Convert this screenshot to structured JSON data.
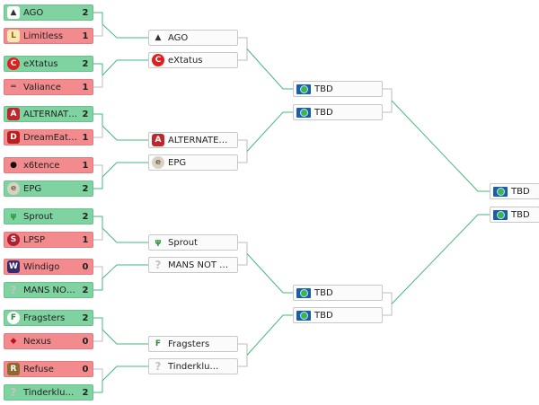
{
  "colors": {
    "win": "#7fd3a0",
    "lose": "#f28a8e",
    "line": "#45b97c",
    "border": "#c8c8c8"
  },
  "round1": [
    {
      "name": "AGO",
      "score": "2",
      "result": "win",
      "icon": "ago-logo"
    },
    {
      "name": "Limitless",
      "score": "1",
      "result": "lose",
      "icon": "limitless-logo"
    },
    {
      "name": "eXtatus",
      "score": "2",
      "result": "win",
      "icon": "extatus-logo"
    },
    {
      "name": "Valiance",
      "score": "1",
      "result": "lose",
      "icon": "valiance-logo"
    },
    {
      "name": "ALTERNATE…",
      "score": "2",
      "result": "win",
      "icon": "alternate-logo"
    },
    {
      "name": "DreamEate…",
      "score": "1",
      "result": "lose",
      "icon": "dreameaters-logo"
    },
    {
      "name": "x6tence",
      "score": "1",
      "result": "lose",
      "icon": "x6tence-logo"
    },
    {
      "name": "EPG",
      "score": "2",
      "result": "win",
      "icon": "epg-logo"
    },
    {
      "name": "Sprout",
      "score": "2",
      "result": "win",
      "icon": "sprout-logo"
    },
    {
      "name": "LPSP",
      "score": "1",
      "result": "lose",
      "icon": "lpsp-logo"
    },
    {
      "name": "Windigo",
      "score": "0",
      "result": "lose",
      "icon": "windigo-logo"
    },
    {
      "name": "MANS NOT …",
      "score": "2",
      "result": "win",
      "icon": "question-icon"
    },
    {
      "name": "Fragsters",
      "score": "2",
      "result": "win",
      "icon": "fragsters-logo"
    },
    {
      "name": "Nexus",
      "score": "0",
      "result": "lose",
      "icon": "nexus-logo"
    },
    {
      "name": "Refuse",
      "score": "0",
      "result": "lose",
      "icon": "refuse-logo"
    },
    {
      "name": "Tinderklu…",
      "score": "2",
      "result": "win",
      "icon": "question-icon"
    }
  ],
  "round2": [
    {
      "name": "AGO",
      "icon": "ago-logo"
    },
    {
      "name": "eXtatus",
      "icon": "extatus-logo"
    },
    {
      "name": "ALTERNATE…",
      "icon": "alternate-logo"
    },
    {
      "name": "EPG",
      "icon": "epg-logo"
    },
    {
      "name": "Sprout",
      "icon": "sprout-logo"
    },
    {
      "name": "MANS NOT …",
      "icon": "question-icon"
    },
    {
      "name": "Fragsters",
      "icon": "fragsters-logo"
    },
    {
      "name": "Tinderklu…",
      "icon": "question-icon"
    }
  ],
  "round3": [
    {
      "name": "TBD",
      "icon": "tbd-icon"
    },
    {
      "name": "TBD",
      "icon": "tbd-icon"
    },
    {
      "name": "TBD",
      "icon": "tbd-icon"
    },
    {
      "name": "TBD",
      "icon": "tbd-icon"
    }
  ],
  "round4": [
    {
      "name": "TBD",
      "icon": "tbd-icon"
    },
    {
      "name": "TBD",
      "icon": "tbd-icon"
    }
  ]
}
